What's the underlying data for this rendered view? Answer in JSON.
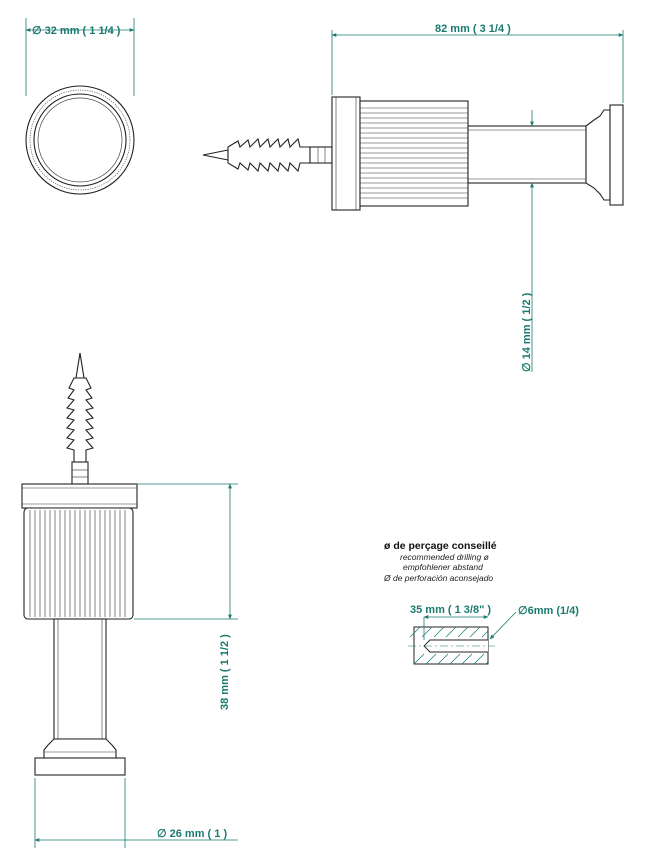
{
  "dimensions": {
    "top_diameter": "∅  32 mm  ( 1 1/4 )",
    "top_length": "82 mm  ( 3 1/4 )",
    "stem_diameter": "∅  14 mm  ( 1/2 )",
    "side_height": "38 mm  ( 1 1/2 )",
    "base_diameter": "∅  26 mm  ( 1 )"
  },
  "drilling": {
    "title": "ø de perçage conseillé",
    "line_en": "recommended drilling ø",
    "line_de": "empfohlener abstand",
    "line_es": "Ø de perforación aconsejado",
    "depth": "35 mm  ( 1 3/8\" )",
    "hole": "∅6mm (1/4)"
  },
  "colors": {
    "dimension": "#1a7a6e",
    "outline": "#222222"
  }
}
